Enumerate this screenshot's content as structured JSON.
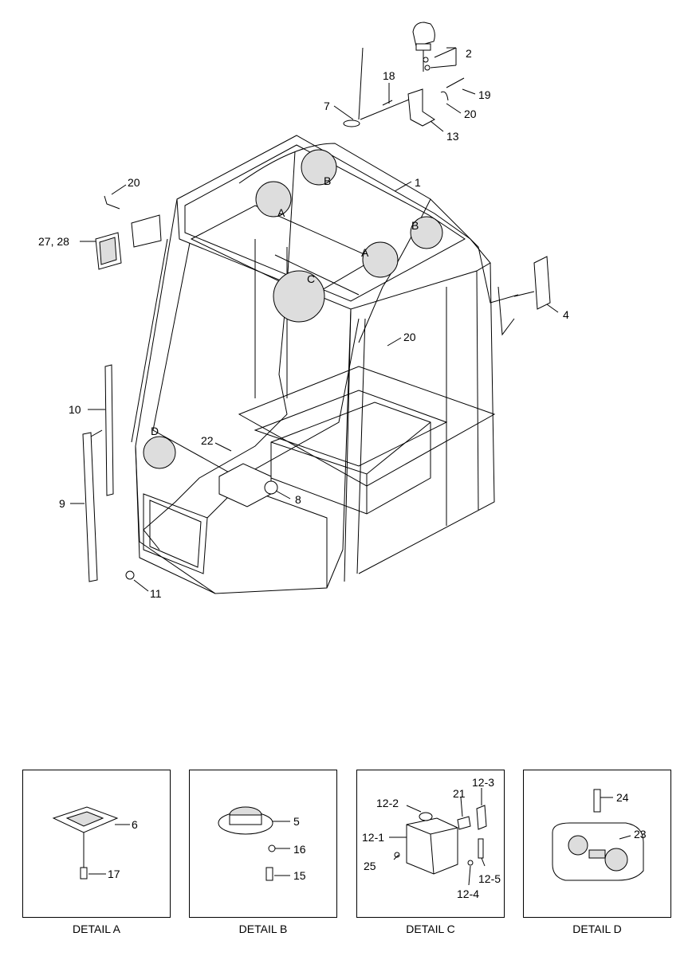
{
  "main": {
    "labels": {
      "l1": "1",
      "l2": "2",
      "l4": "4",
      "l7": "7",
      "l8": "8",
      "l9": "9",
      "l10": "10",
      "l11": "11",
      "l13": "13",
      "l18": "18",
      "l19": "19",
      "l20a": "20",
      "l20b": "20",
      "l20c": "20",
      "l22": "22",
      "l2728": "27, 28"
    },
    "callouts": {
      "a1": "A",
      "a2": "A",
      "b1": "B",
      "b2": "B",
      "c": "C",
      "d": "D"
    }
  },
  "details": [
    {
      "title": "DETAIL A",
      "labels": {
        "p6": "6",
        "p17": "17"
      }
    },
    {
      "title": "DETAIL B",
      "labels": {
        "p5": "5",
        "p16": "16",
        "p15": "15"
      }
    },
    {
      "title": "DETAIL C",
      "labels": {
        "p12_2": "12-2",
        "p21": "21",
        "p12_3": "12-3",
        "p12_1": "12-1",
        "p25": "25",
        "p12_5": "12-5",
        "p12_4": "12-4"
      }
    },
    {
      "title": "DETAIL D",
      "labels": {
        "p24": "24",
        "p23": "23"
      }
    }
  ]
}
